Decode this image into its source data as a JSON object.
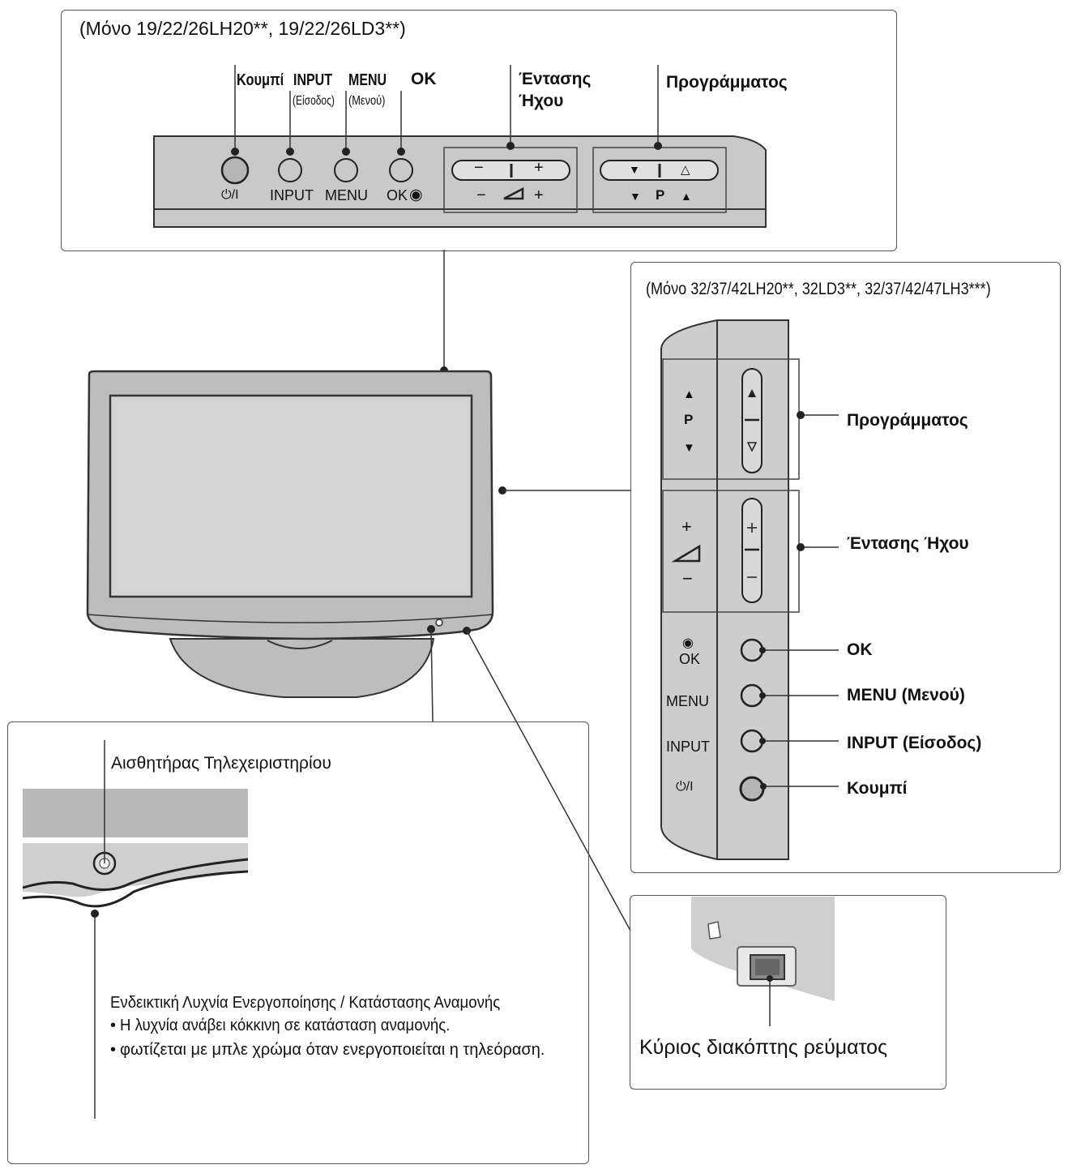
{
  "top_panel": {
    "model_title": "(Μόνο 19/22/26LH20**, 19/22/26LD3**)",
    "callouts": {
      "power_button": "Κουμπί",
      "input_line1": "INPUT",
      "input_line2": "(Είσοδος)",
      "menu_line1": "MENU",
      "menu_line2": "(Μενού)",
      "ok": "OK",
      "volume_line1": "Έντασης",
      "volume_line2": "Ήχου",
      "programme": "Προγράμματος"
    },
    "printed": {
      "power": "⏻/I",
      "input": "INPUT",
      "menu": "MENU",
      "ok": "OK",
      "vol_minus": "−",
      "vol_plus": "+",
      "prog_down": "▼",
      "prog_p": "P",
      "prog_up": "▲"
    }
  },
  "side_panel": {
    "model_title": "(Μόνο 32/37/42LH20**, 32LD3**, 32/37/42/47LH3***)",
    "printed": {
      "prog_up": "▲",
      "prog_p": "P",
      "prog_down": "▼",
      "vol_plus": "+",
      "vol_minus": "−",
      "ok_symbol": "◉",
      "ok": "OK",
      "menu": "MENU",
      "input": "INPUT",
      "power": "⏻/I"
    },
    "callouts": {
      "programme": "Προγράμματος",
      "volume": "Έντασης Ήχου",
      "ok": "OK",
      "menu": "MENU (Μενού)",
      "input": "INPUT (Είσοδος)",
      "power": "Κουμπί"
    }
  },
  "sensor_panel": {
    "sensor_label": "Αισθητήρας Τηλεχειριστηρίου",
    "indicator_title": "Ενδεικτική Λυχνία Ενεργοποίησης / Κατάστασης Αναμονής",
    "bullets": [
      "Η λυχνία ανάβει κόκκινη σε κατάσταση αναμονής.",
      "φωτίζεται με μπλε χρώμα όταν ενεργοποιείται η τηλεόραση."
    ]
  },
  "switch_panel": {
    "label": "Κύριος διακόπτης ρεύματος"
  },
  "colors": {
    "panel_gray": "#c9c9c9",
    "screen_gray": "#d4d4d4",
    "line": "#333333"
  }
}
